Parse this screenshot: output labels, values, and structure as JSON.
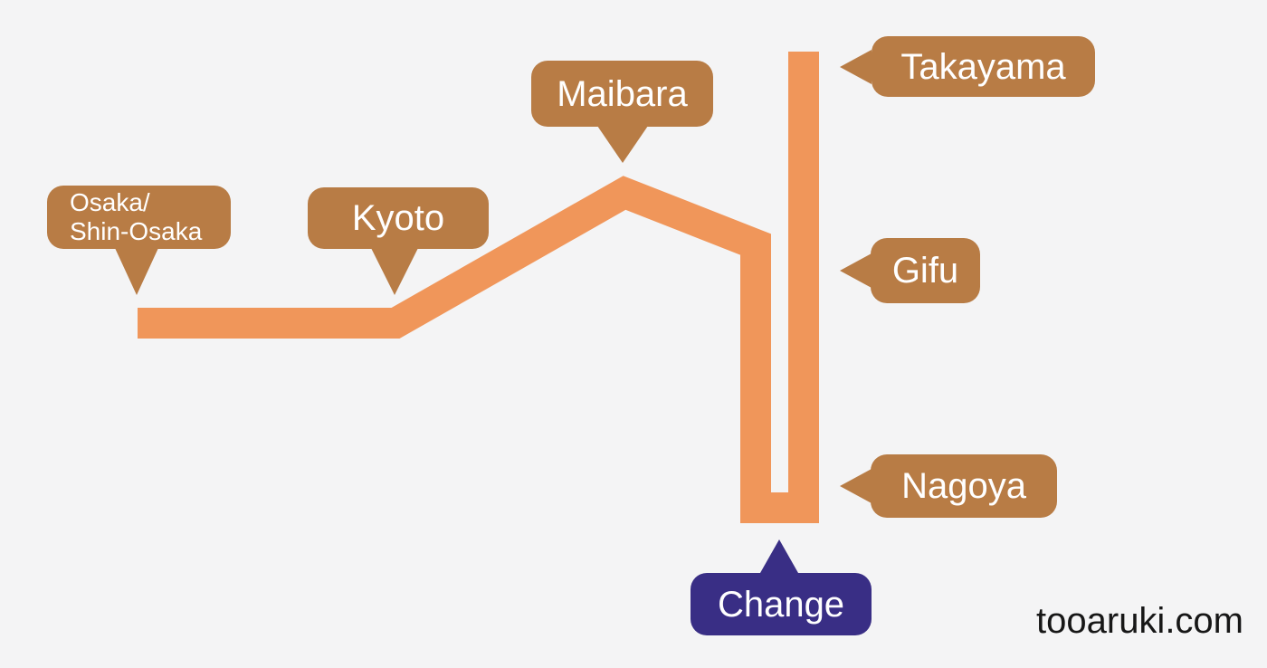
{
  "diagram": {
    "type": "train-route-diagram",
    "colors": {
      "background": "#f4f4f5",
      "route_line": "#f0965a",
      "station_bubble": "#b87c45",
      "change_bubble": "#392e85",
      "bubble_text": "#ffffff",
      "watermark_text": "#171717"
    },
    "route": {
      "stops_in_order": [
        "Osaka/Shin-Osaka",
        "Kyoto",
        "Maibara",
        "Nagoya (Change)",
        "Gifu",
        "Takayama"
      ]
    },
    "stations": {
      "osaka": {
        "line1": "Osaka/",
        "line2": "Shin-Osaka"
      },
      "kyoto": {
        "label": "Kyoto"
      },
      "maibara": {
        "label": "Maibara"
      },
      "takayama": {
        "label": "Takayama"
      },
      "gifu": {
        "label": "Gifu"
      },
      "nagoya": {
        "label": "Nagoya"
      }
    },
    "change": {
      "label": "Change"
    },
    "watermark": "tooaruki.com"
  }
}
